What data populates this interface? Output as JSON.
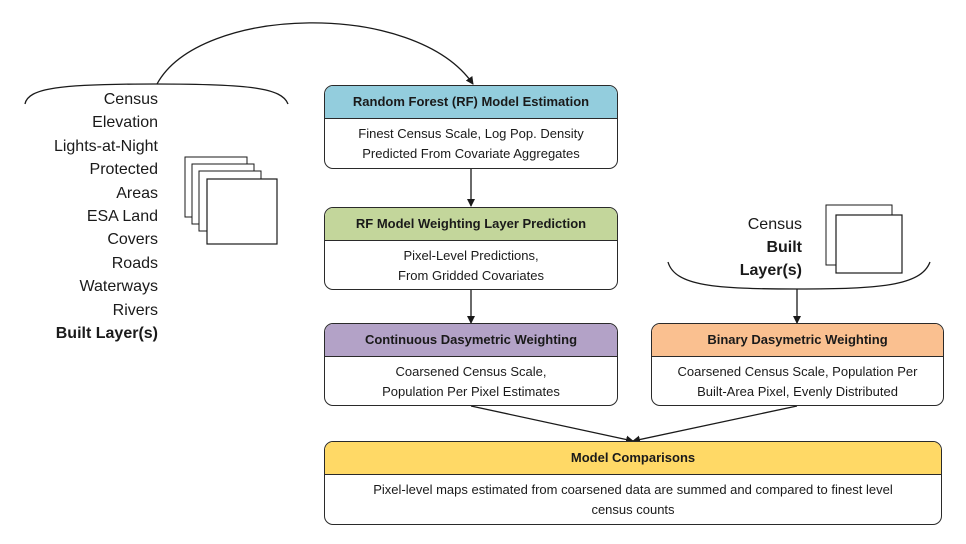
{
  "inputs": {
    "items": [
      "Census",
      "Elevation",
      "Lights-at-Night",
      "Protected",
      "Areas",
      "ESA Land",
      "Covers",
      "Roads",
      "Waterways",
      "Rivers"
    ],
    "bold_item": "Built Layer(s)"
  },
  "census_group": {
    "line1": "Census",
    "line2": "Built Layer(s)"
  },
  "boxes": {
    "rf_estimation": {
      "title": "Random Forest (RF) Model Estimation",
      "line1": "Finest Census Scale, Log Pop. Density",
      "line2": "Predicted From Covariate Aggregates",
      "color": "#93cddd"
    },
    "rf_weighting": {
      "title": "RF Model Weighting Layer Prediction",
      "line1": "Pixel-Level Predictions,",
      "line2": "From Gridded Covariates",
      "color": "#c3d69b"
    },
    "continuous": {
      "title": "Continuous Dasymetric Weighting",
      "line1": "Coarsened Census Scale,",
      "line2": "Population Per Pixel Estimates",
      "color": "#b3a2c7"
    },
    "binary": {
      "title": "Binary Dasymetric Weighting",
      "line1": "Coarsened Census Scale, Population Per",
      "line2": "Built-Area Pixel, Evenly Distributed",
      "color": "#fac090"
    },
    "comparisons": {
      "title": "Model Comparisons",
      "line1": "Pixel-level maps estimated from coarsened data are summed and compared to finest level",
      "line2": "census counts",
      "color": "#ffd966"
    }
  }
}
